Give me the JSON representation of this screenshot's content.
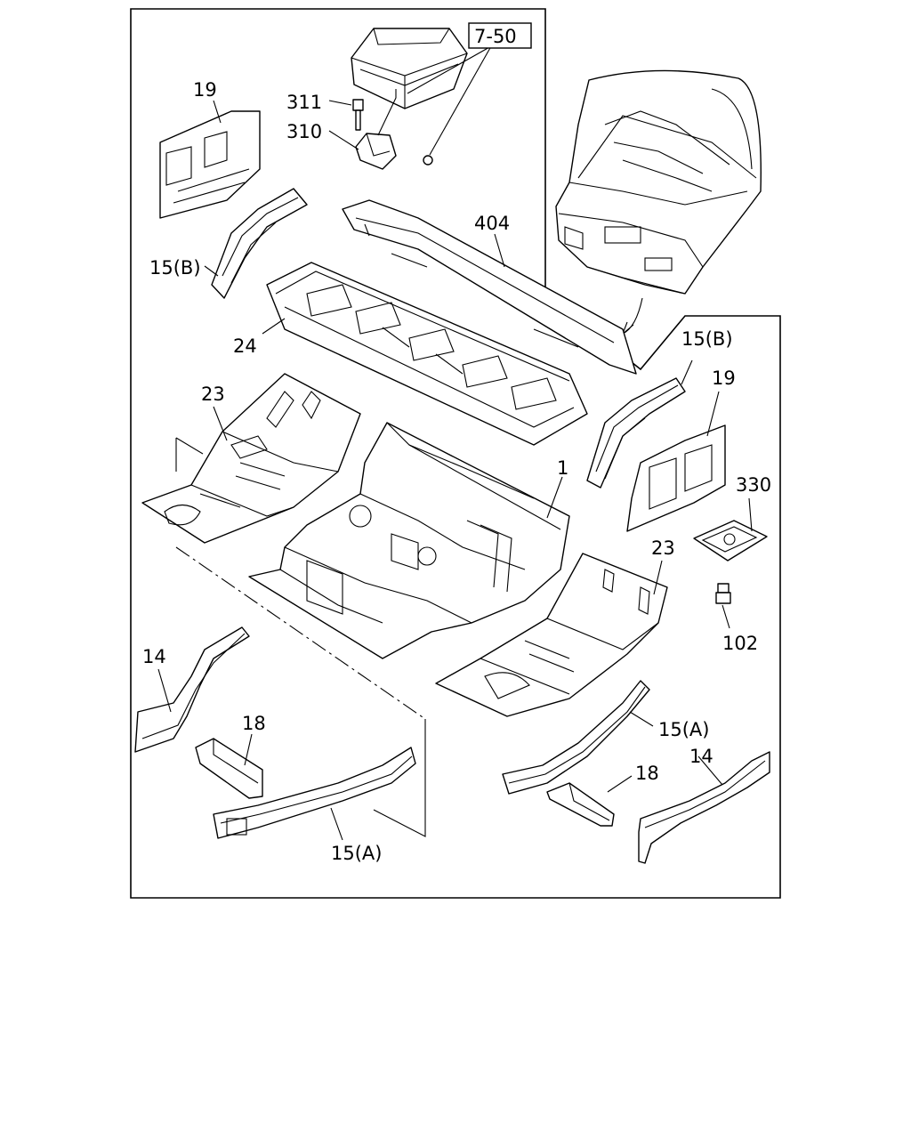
{
  "callouts": {
    "ref_7_50": "7-50",
    "p311": "311",
    "p310": "310",
    "p19_left": "19",
    "p19_right": "19",
    "p404": "404",
    "p15b_left": "15(B)",
    "p15b_right": "15(B)",
    "p24": "24",
    "p23_left": "23",
    "p23_right": "23",
    "p1": "1",
    "p330": "330",
    "p102": "102",
    "p14_left": "14",
    "p14_right": "14",
    "p18_left": "18",
    "p18_right": "18",
    "p15a_left": "15(A)",
    "p15a_right": "15(A)"
  }
}
